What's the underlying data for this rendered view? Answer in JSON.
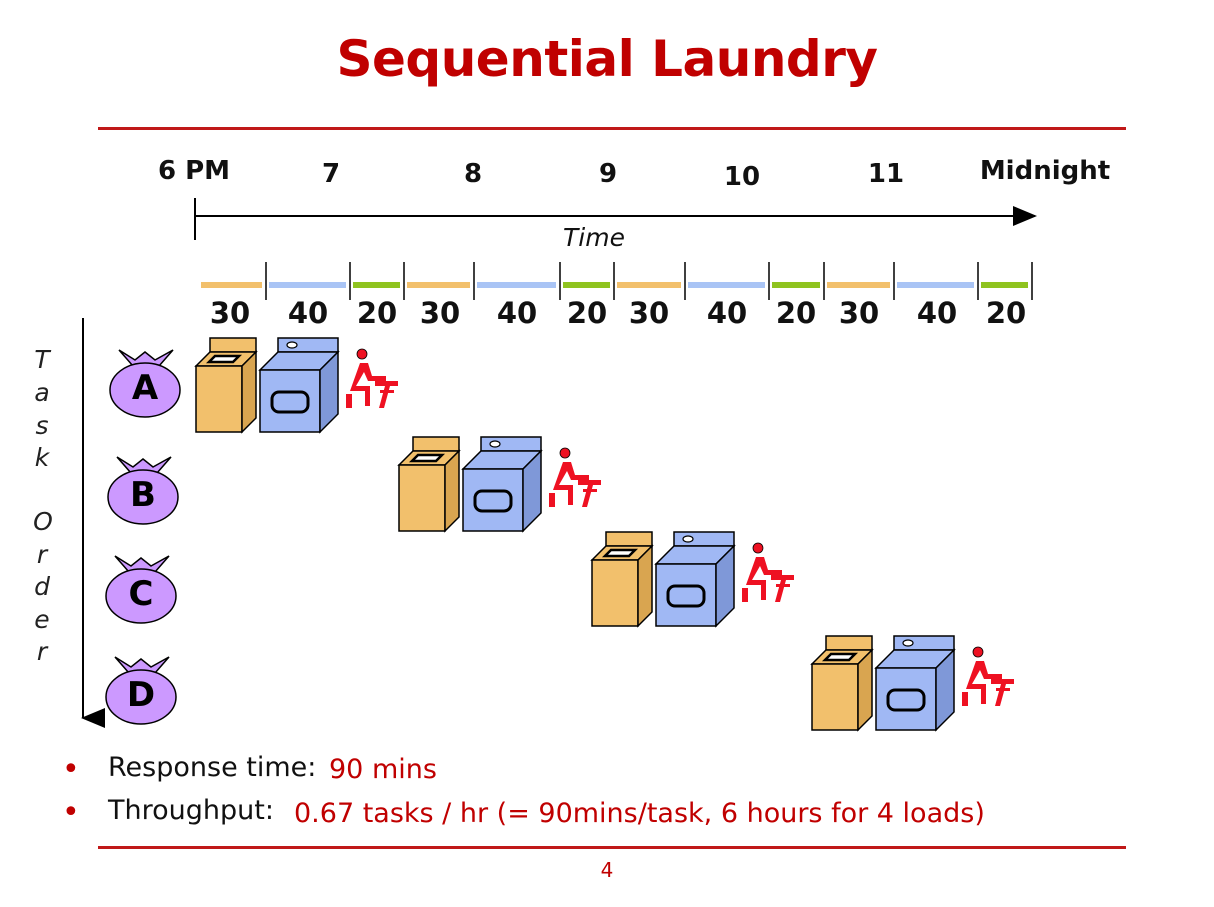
{
  "title": "Sequential Laundry",
  "timeline": {
    "hours": [
      "6 PM",
      "7",
      "8",
      "9",
      "10",
      "11",
      "Midnight"
    ],
    "axis_label": "Time"
  },
  "stages": {
    "durations": [
      "30",
      "40",
      "20",
      "30",
      "40",
      "20",
      "30",
      "40",
      "20",
      "30",
      "40",
      "20"
    ],
    "colors": {
      "wash": "#f2c06c",
      "dry": "#a9c4f5",
      "fold": "#8fc31f"
    }
  },
  "task_axis": {
    "label_letters": [
      "T",
      "a",
      "s",
      "k",
      "O",
      "r",
      "d",
      "e",
      "r"
    ]
  },
  "tasks": [
    "A",
    "B",
    "C",
    "D"
  ],
  "bullets": [
    {
      "label": "Response time:",
      "value": "90 mins"
    },
    {
      "label": "Throughput:",
      "value": "0.67 tasks / hr (= 90mins/task, 6 hours for 4 loads)"
    }
  ],
  "page_number": "4",
  "colors": {
    "title": "#c00000",
    "rule": "#c01818",
    "bag_fill": "#cc99ff",
    "washer_fill": "#f2c06c",
    "dryer_fill": "#a0b8f4",
    "person": "#ee1122"
  }
}
